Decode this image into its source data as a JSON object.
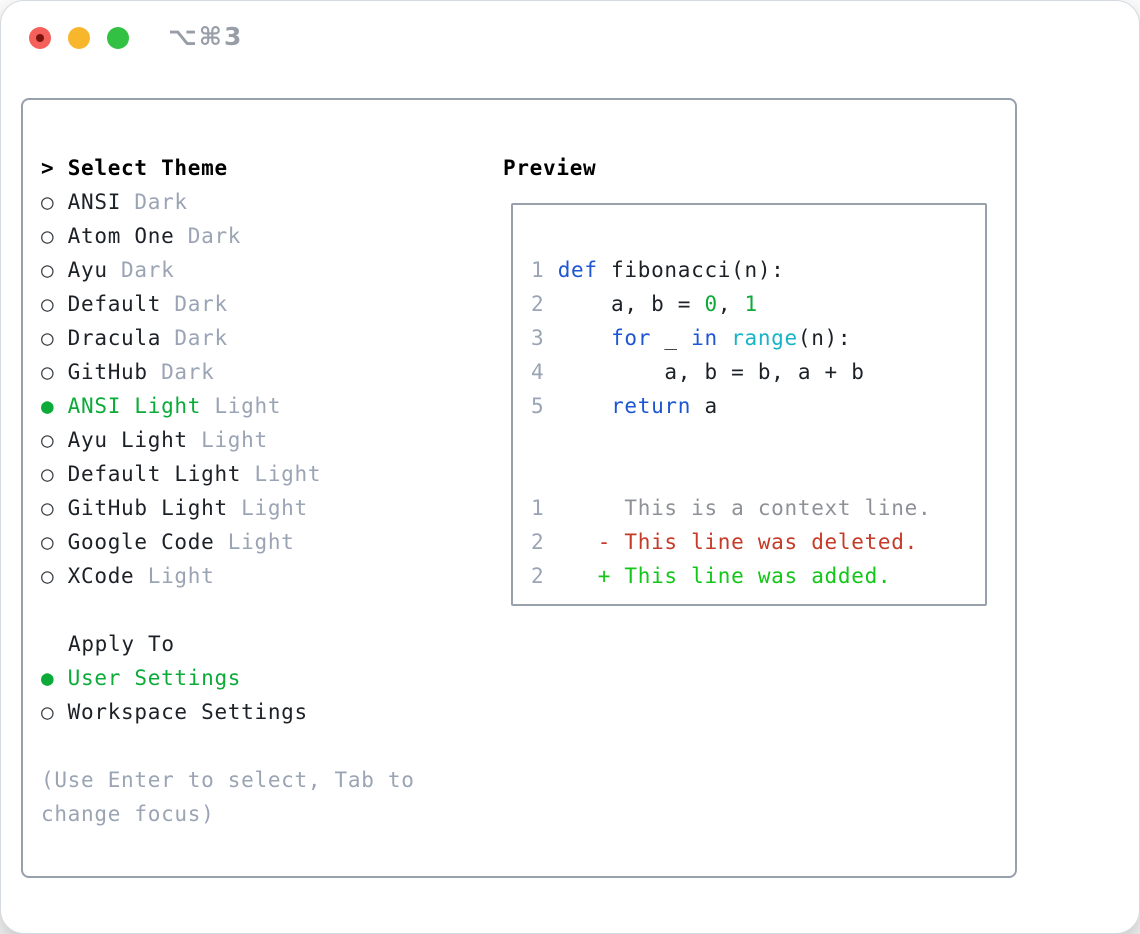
{
  "window": {
    "title": "⌥⌘3",
    "buttons": {
      "close": "close",
      "minimize": "minimize",
      "maximize": "maximize"
    }
  },
  "colors": {
    "accent_green": "#0cab39",
    "added_green": "#12c718",
    "deleted_red": "#c63b27",
    "keyword_blue": "#1d56d3",
    "builtin_cyan": "#16b3c9",
    "number_green": "#0cab39",
    "text_dark": "#1c2127",
    "radio_dark": "#3a4046",
    "muted_gray": "#9aa4b4",
    "context_gray": "#8e9298",
    "border_gray": "#97a0ab",
    "title_gray": "#989ea7",
    "traffic_red": "#f4605a",
    "traffic_yellow": "#f8b62d",
    "traffic_green": "#33c143",
    "close_dot": "#7c140e"
  },
  "theme_panel": {
    "header_pointer": ">",
    "header_label": "Select Theme",
    "radio_unselected": "○",
    "radio_selected": "●",
    "themes": [
      {
        "name": "ANSI",
        "variant": "Dark",
        "selected": false
      },
      {
        "name": "Atom One",
        "variant": "Dark",
        "selected": false
      },
      {
        "name": "Ayu",
        "variant": "Dark",
        "selected": false
      },
      {
        "name": "Default",
        "variant": "Dark",
        "selected": false
      },
      {
        "name": "Dracula",
        "variant": "Dark",
        "selected": false
      },
      {
        "name": "GitHub",
        "variant": "Dark",
        "selected": false
      },
      {
        "name": "ANSI Light",
        "variant": "Light",
        "selected": true
      },
      {
        "name": "Ayu Light",
        "variant": "Light",
        "selected": false
      },
      {
        "name": "Default Light",
        "variant": "Light",
        "selected": false
      },
      {
        "name": "GitHub Light",
        "variant": "Light",
        "selected": false
      },
      {
        "name": "Google Code",
        "variant": "Light",
        "selected": false
      },
      {
        "name": "XCode",
        "variant": "Light",
        "selected": false
      }
    ],
    "apply_to": {
      "label": "Apply To",
      "options": [
        {
          "label": "User Settings",
          "selected": true
        },
        {
          "label": "Workspace Settings",
          "selected": false
        }
      ]
    },
    "help_lines": [
      "(Use Enter to select, Tab to",
      "change focus)"
    ]
  },
  "preview": {
    "title": "Preview",
    "code_lines": [
      [
        {
          "t": "1",
          "s": "lineno"
        },
        {
          "t": " ",
          "s": "plain"
        },
        {
          "t": "def",
          "s": "keyword"
        },
        {
          "t": " fibonacci(n):",
          "s": "plain"
        }
      ],
      [
        {
          "t": "2",
          "s": "lineno"
        },
        {
          "t": "     a, b = ",
          "s": "plain"
        },
        {
          "t": "0",
          "s": "number"
        },
        {
          "t": ", ",
          "s": "plain"
        },
        {
          "t": "1",
          "s": "number"
        }
      ],
      [
        {
          "t": "3",
          "s": "lineno"
        },
        {
          "t": "     ",
          "s": "plain"
        },
        {
          "t": "for",
          "s": "keyword"
        },
        {
          "t": " _ ",
          "s": "plain"
        },
        {
          "t": "in",
          "s": "keyword"
        },
        {
          "t": " ",
          "s": "plain"
        },
        {
          "t": "range",
          "s": "builtin"
        },
        {
          "t": "(n):",
          "s": "plain"
        }
      ],
      [
        {
          "t": "4",
          "s": "lineno"
        },
        {
          "t": "         a, b = b, a + b",
          "s": "plain"
        }
      ],
      [
        {
          "t": "5",
          "s": "lineno"
        },
        {
          "t": "     ",
          "s": "plain"
        },
        {
          "t": "return",
          "s": "keyword"
        },
        {
          "t": " a",
          "s": "plain"
        }
      ]
    ],
    "diff_lines": [
      [
        {
          "t": "1",
          "s": "lineno"
        },
        {
          "t": "      This is a context line.",
          "s": "context"
        }
      ],
      [
        {
          "t": "2",
          "s": "lineno"
        },
        {
          "t": "    - This line was deleted.",
          "s": "deleted"
        }
      ],
      [
        {
          "t": "2",
          "s": "lineno"
        },
        {
          "t": "    + This line was added.",
          "s": "added"
        }
      ]
    ]
  }
}
